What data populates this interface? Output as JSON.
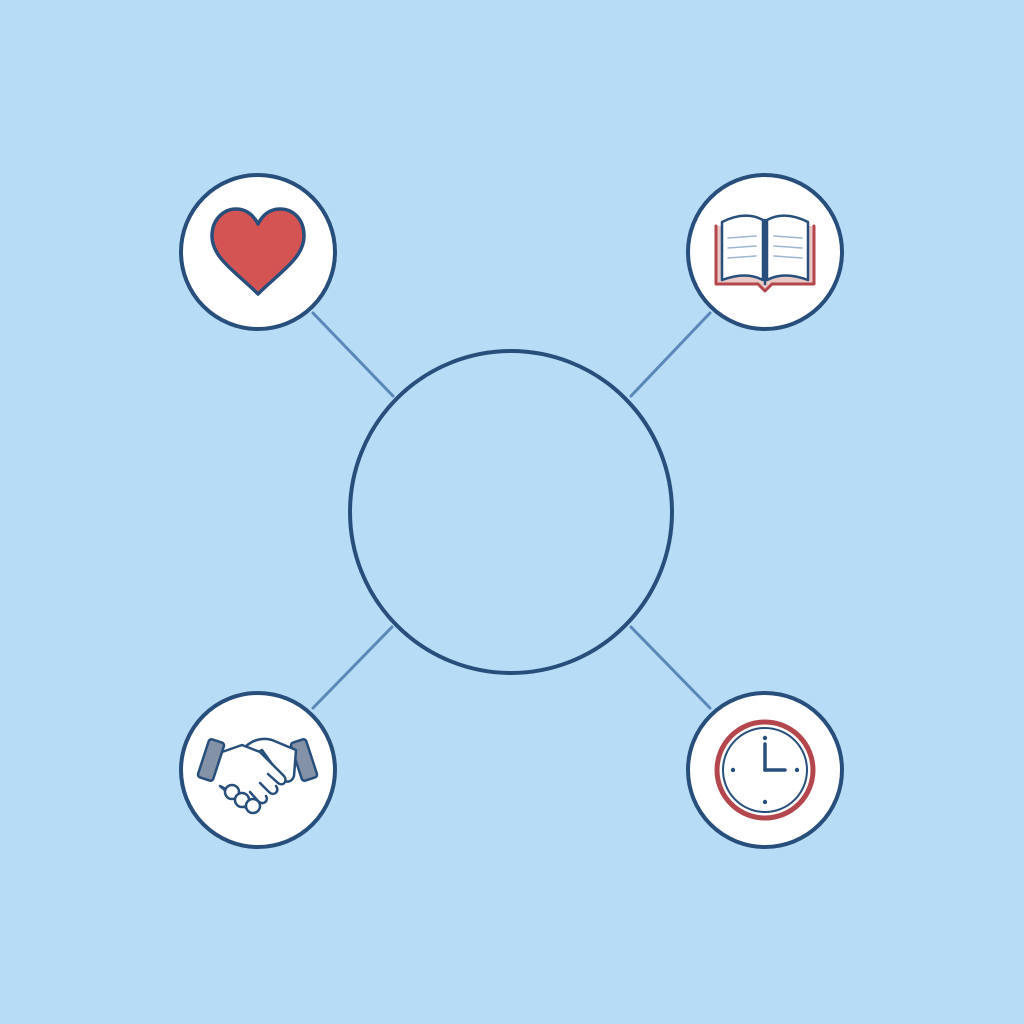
{
  "diagram": {
    "type": "hub-and-spoke",
    "hub": {
      "label": ""
    },
    "nodes": [
      {
        "id": "top-left",
        "icon": "heart-icon"
      },
      {
        "id": "top-right",
        "icon": "open-book-icon"
      },
      {
        "id": "bottom-left",
        "icon": "handshake-icon"
      },
      {
        "id": "bottom-right",
        "icon": "clock-icon"
      }
    ]
  },
  "colors": {
    "background": "#b7dcf6",
    "outline": "#284f7c",
    "connector": "#5b88b9",
    "node_fill": "#ffffff",
    "accent_red": "#d45454",
    "cuff_gray": "#8492a8"
  }
}
